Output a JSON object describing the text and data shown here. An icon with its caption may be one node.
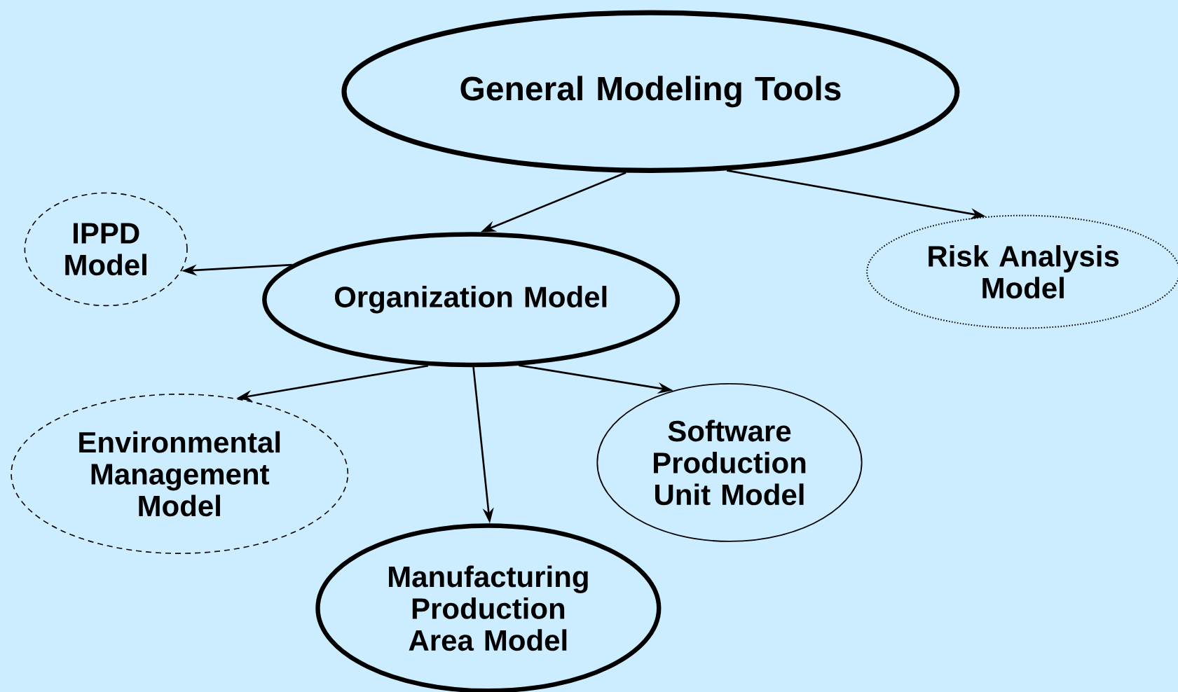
{
  "diagram": {
    "nodes": [
      {
        "text": [
          "General Modeling Tools"
        ]
      },
      {
        "text": [
          "IPPD Model"
        ]
      },
      {
        "text": [
          "Organization Model"
        ]
      },
      {
        "text": [
          "Risk Analysis Model"
        ]
      },
      {
        "text": [
          "Environmental Management Model"
        ]
      },
      {
        "text": [
          "Software Production Unit Model"
        ]
      },
      {
        "text": [
          "Manufacturing Production Area Model"
        ]
      }
    ],
    "edges": [
      {
        "from": 0,
        "to": 2,
        "arrow": "to"
      },
      {
        "from": 0,
        "to": 3,
        "arrow": "to"
      },
      {
        "from": 2,
        "to": 1,
        "arrow": "to"
      },
      {
        "from": 2,
        "to": 4,
        "arrow": "to"
      },
      {
        "from": 2,
        "to": 6,
        "arrow": "to"
      },
      {
        "from": 2,
        "to": 5,
        "arrow": "to"
      }
    ]
  }
}
